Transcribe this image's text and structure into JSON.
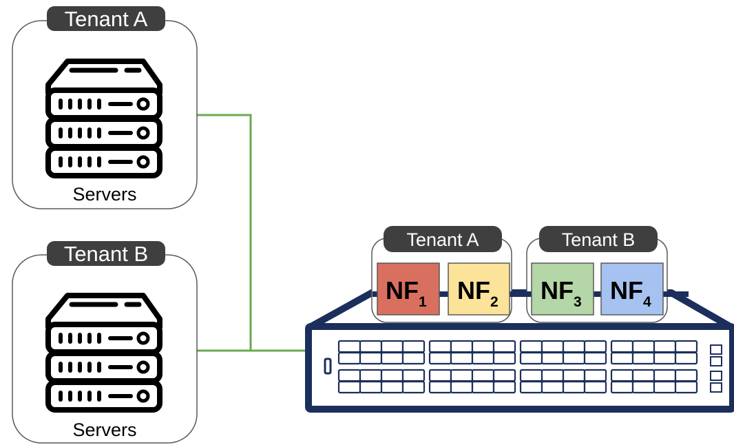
{
  "server_groups": [
    {
      "tenant_label": "Tenant A",
      "caption": "Servers"
    },
    {
      "tenant_label": "Tenant B",
      "caption": "Servers"
    }
  ],
  "switch_tenants": [
    {
      "label": "Tenant A",
      "functions": [
        {
          "name": "NF",
          "sub": "1",
          "color": "#d9705f"
        },
        {
          "name": "NF",
          "sub": "2",
          "color": "#fbe39a"
        }
      ]
    },
    {
      "label": "Tenant B",
      "functions": [
        {
          "name": "NF",
          "sub": "3",
          "color": "#b5d6a6"
        },
        {
          "name": "NF",
          "sub": "4",
          "color": "#a6c2f0"
        }
      ]
    }
  ],
  "colors": {
    "link": "#6aa84f",
    "switch_border": "#1c2e5c",
    "pill": "#3f3f3f",
    "box_border": "#595959"
  }
}
